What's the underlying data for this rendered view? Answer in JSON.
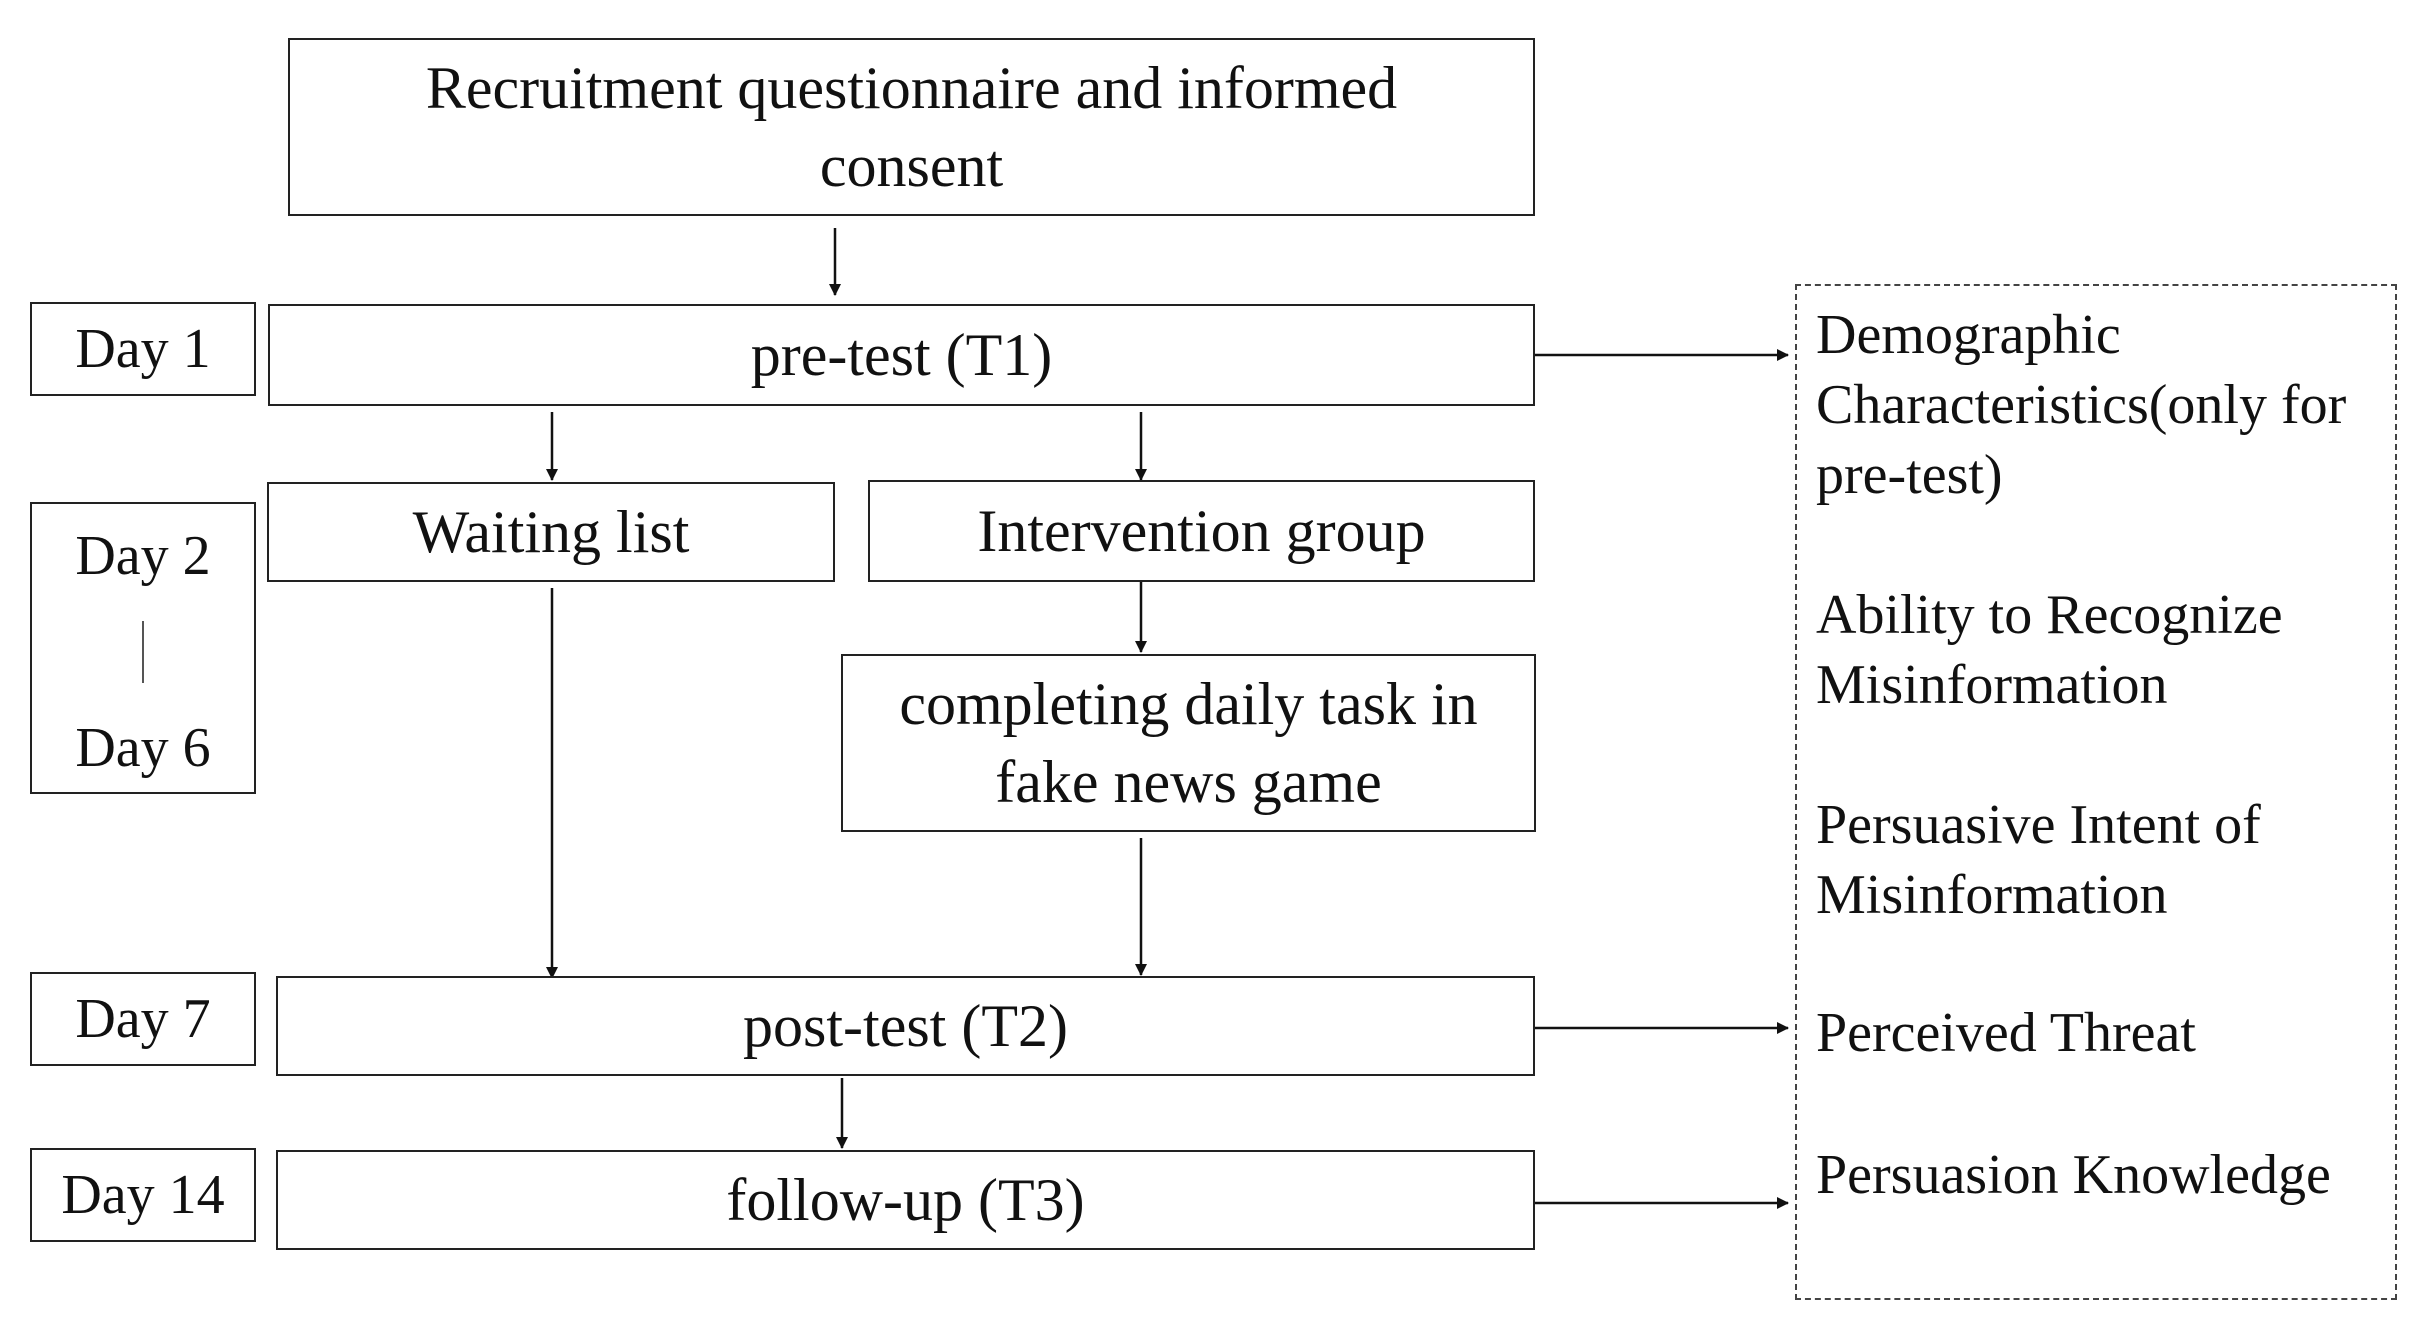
{
  "flow": {
    "recruitment": "Recruitment questionnaire and informed consent",
    "pretest": "pre-test (T1)",
    "waiting_list": "Waiting list",
    "intervention_group": "Intervention group",
    "daily_task": "completing daily task in fake news game",
    "posttest": "post-test (T2)",
    "followup": "follow-up (T3)"
  },
  "days": {
    "day1": "Day 1",
    "day2": "Day 2",
    "day6": "Day 6",
    "day7": "Day 7",
    "day14": "Day 14"
  },
  "measures": {
    "demographic": "Demographic Characteristics(only for pre-test)",
    "ability": "Ability to Recognize Misinformation",
    "persuasive_intent": "Persuasive Intent of Misinformation",
    "threat": "Perceived Threat",
    "knowledge": "Persuasion Knowledge"
  }
}
